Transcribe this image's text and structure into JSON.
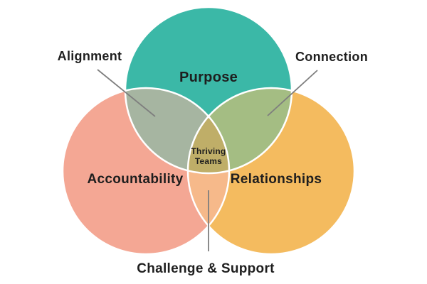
{
  "venn": {
    "background": "#ffffff",
    "stroke_color": "#ffffff",
    "leader_line_color": "#7e7e7e",
    "text_color": "#1e1e1e",
    "circles": [
      {
        "name": "purpose",
        "label": "Purpose",
        "color": "#3bb8a7"
      },
      {
        "name": "accountability",
        "label": "Accountability",
        "color": "#f4a794"
      },
      {
        "name": "relationships",
        "label": "Relationships",
        "color": "#f4bb5f"
      }
    ],
    "overlaps": [
      {
        "name": "purpose-accountability",
        "label": "Alignment",
        "color": "#a6b5a1"
      },
      {
        "name": "purpose-relationships",
        "label": "Connection",
        "color": "#a4bd83"
      },
      {
        "name": "accountability-relationships",
        "label": "Challenge & Support",
        "color": "#f6b98a"
      },
      {
        "name": "all-three",
        "label": "Thriving Teams",
        "label_line1": "Thriving",
        "label_line2": "Teams",
        "color": "#bfae68"
      }
    ]
  }
}
